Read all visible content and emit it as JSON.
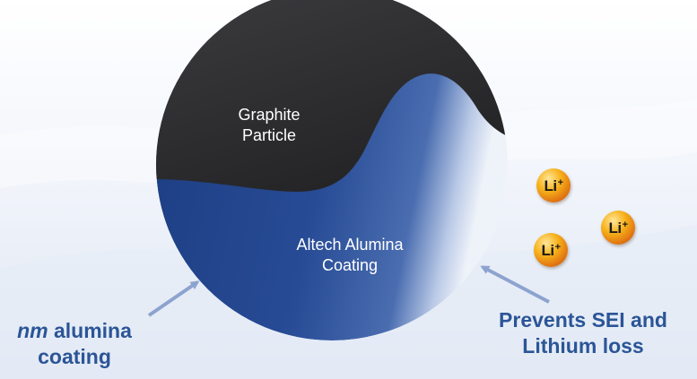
{
  "particle": {
    "core_label_line1": "Graphite",
    "core_label_line2": "Particle",
    "coating_label_line1": "Altech Alumina",
    "coating_label_line2": "Coating",
    "core_color": "#2d2d2f",
    "coating_color": "#25478c"
  },
  "left_callout": {
    "italic_prefix": "nm",
    "line1_rest": " alumina",
    "line2": "coating"
  },
  "right_callout": {
    "line1": "Prevents SEI and",
    "line2": "Lithium loss"
  },
  "ions": [
    {
      "symbol": "Li",
      "charge": "+"
    },
    {
      "symbol": "Li",
      "charge": "+"
    },
    {
      "symbol": "Li",
      "charge": "+"
    }
  ],
  "colors": {
    "text_accent": "#2b5597",
    "arrow": "#8da3cf",
    "background": "#eef2f9"
  }
}
